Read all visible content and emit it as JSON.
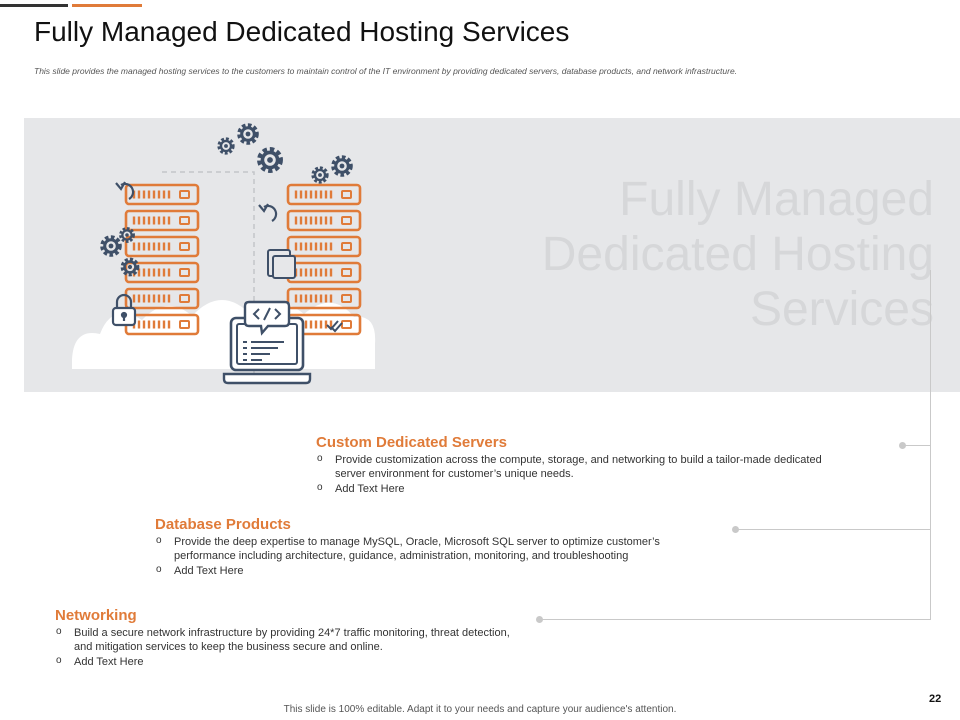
{
  "slide": {
    "title": "Fully Managed Dedicated Hosting Services",
    "subtitle": "This slide provides the managed  hosting services to the customers to maintain  control of the IT environment  by providing dedicated servers, database products, and network infrastructure.",
    "banner_heading": "Fully Managed Dedicated Hosting Services",
    "footer_note": "This slide is 100% editable.  Adapt it to your needs and capture your audience's attention.",
    "page_number": "22"
  },
  "colors": {
    "accent": "#e07b39",
    "icon_dark": "#3f5068",
    "banner_bg": "#e6e7e9",
    "connector": "#c9c9c9"
  },
  "illustration_icons": [
    "server-rack-icon",
    "gear-icon",
    "refresh-icon",
    "folder-icon",
    "lock-icon",
    "laptop-code-icon",
    "checklist-icon",
    "cloud-icon"
  ],
  "sections": [
    {
      "title": "Custom Dedicated Servers",
      "bullets": [
        "Provide customization across the compute, storage, and networking to build a tailor-made dedicated server environment for customer’s unique needs.",
        "Add Text Here"
      ]
    },
    {
      "title": "Database Products",
      "bullets": [
        "Provide the deep expertise to manage MySQL, Oracle, Microsoft SQL server to optimize customer’s performance including architecture, guidance, administration, monitoring, and troubleshooting",
        "Add Text Here"
      ]
    },
    {
      "title": "Networking",
      "bullets": [
        "Build a secure network infrastructure by providing 24*7 traffic monitoring, threat detection, and mitigation services to keep the business secure and online.",
        "Add Text Here"
      ]
    }
  ]
}
